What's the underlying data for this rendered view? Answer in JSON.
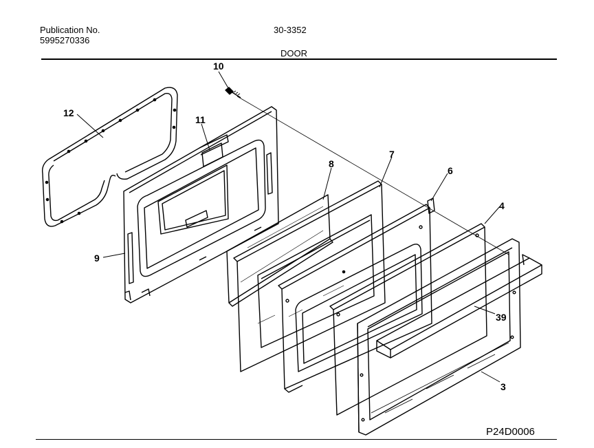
{
  "header": {
    "pub_label": "Publication No.",
    "pub_number": "5995270336",
    "model": "30-3352",
    "section": "DOOR"
  },
  "footer": {
    "drawing_code": "P24D0006"
  },
  "callouts": {
    "c10": "10",
    "c12": "12",
    "c11": "11",
    "c9": "9",
    "c8": "8",
    "c7": "7",
    "c6": "6",
    "c4": "4",
    "c39": "39",
    "c3": "3"
  }
}
